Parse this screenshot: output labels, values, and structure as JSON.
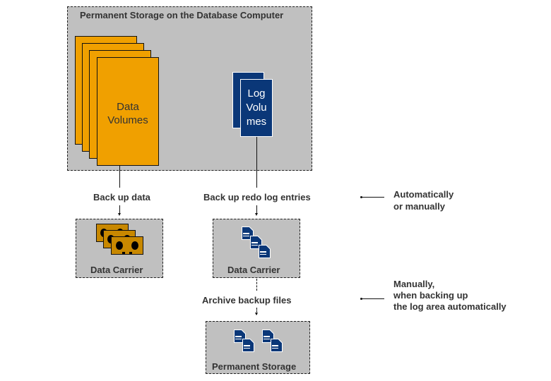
{
  "main_box": {
    "title": "Permanent Storage on the Database Computer",
    "data_volumes_label_line1": "Data",
    "data_volumes_label_line2": "Volumes",
    "log_volumes_label_line1": "Log",
    "log_volumes_label_line2": "Volu",
    "log_volumes_label_line3": "mes"
  },
  "flows": {
    "backup_data": "Back up data",
    "backup_redo": "Back up redo log entries",
    "archive": "Archive backup files"
  },
  "targets": {
    "data_carrier_left": "Data Carrier",
    "data_carrier_right": "Data Carrier",
    "permanent_storage": "Permanent Storage"
  },
  "notes": {
    "note1_line1": "Automatically",
    "note1_line2": "or manually",
    "note2_line1": "Manually,",
    "note2_line2": "when backing up",
    "note2_line3": "the log area automatically"
  },
  "colors": {
    "box_gray": "#c0c0c0",
    "data_orange": "#f0a000",
    "log_blue": "#0a3778",
    "tape_brown": "#c88800"
  }
}
